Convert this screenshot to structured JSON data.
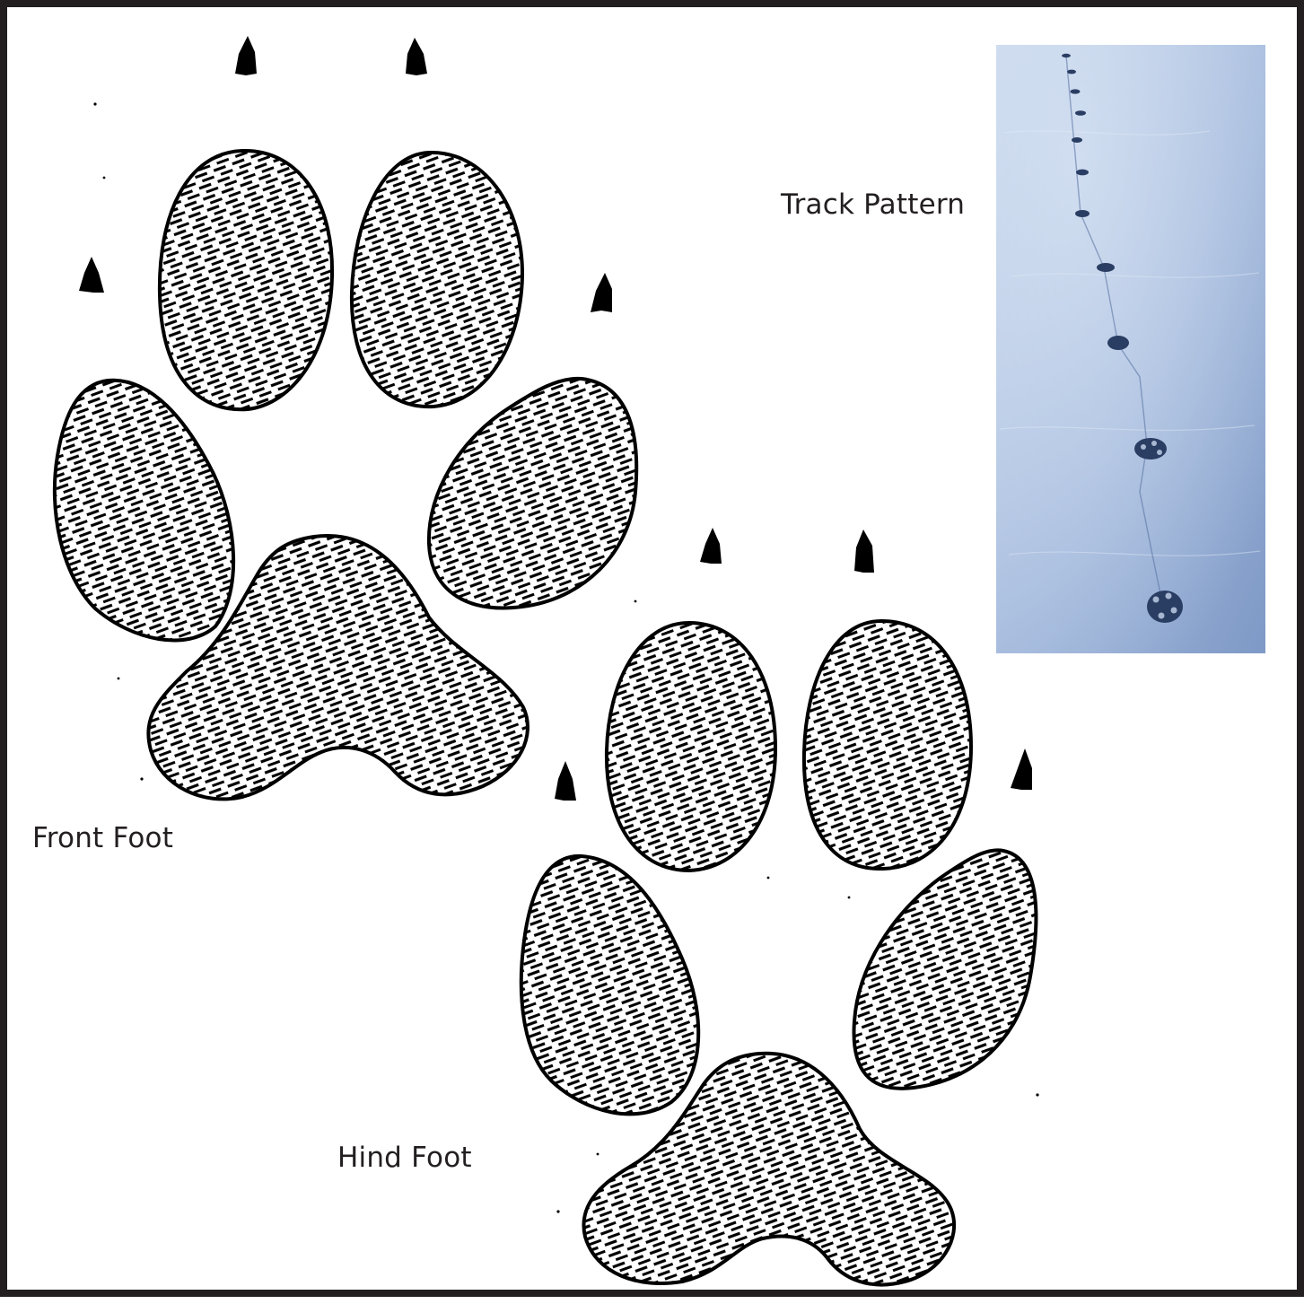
{
  "labels": {
    "front_foot": "Front Foot",
    "hind_foot": "Hind Foot",
    "track_pattern": "Track Pattern"
  },
  "colors": {
    "ink": "#000000",
    "frame": "#231f20",
    "label_text": "#231f20",
    "snow_light": "#c7d6ec",
    "snow_mid": "#a3b9dc",
    "snow_dark": "#7e99c6",
    "track_mark": "#2a3d63"
  },
  "icons": {
    "pad": "hatched-paw-pad-icon",
    "claw": "claw-mark-icon",
    "track_photo": "snow-footprint-photo"
  }
}
